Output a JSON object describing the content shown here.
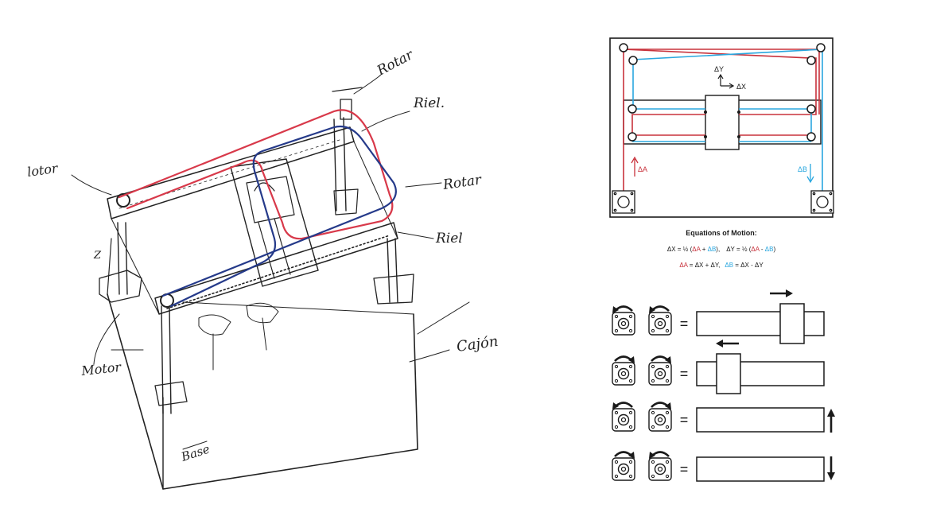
{
  "sketch": {
    "labels": {
      "rotar_top": "Rotar",
      "riel_top": "Riel.",
      "motor_left": "lotor",
      "rotar_right": "Rotar",
      "riel_right": "Riel",
      "z_axis": "Z",
      "motor_bottom": "Motor",
      "cajon": "Cajón",
      "base": "Base"
    }
  },
  "diagram": {
    "axes": {
      "y": "ΔY",
      "x": "ΔX"
    },
    "belt_labels": {
      "a": "ΔA",
      "b": "ΔB"
    },
    "equations": {
      "title": "Equations of Motion:",
      "line1": {
        "dx": "ΔX = ½ (",
        "dx_a": "ΔA",
        "dx_op": " + ",
        "dx_b": "ΔB",
        "dx_end": "),",
        "dy": "ΔY = ½ (",
        "dy_a": "ΔA",
        "dy_op": " - ",
        "dy_b": "ΔB",
        "dy_end": ")"
      },
      "line2": {
        "a": "ΔA",
        "a_rest": " = ΔX + ΔY,",
        "b": "ΔB",
        "b_rest": " = ΔX - ΔY"
      }
    },
    "equals_sign": "=",
    "motion_rows": [
      {
        "rotation_left": "ccw",
        "rotation_right": "ccw",
        "result": "move-right"
      },
      {
        "rotation_left": "cw",
        "rotation_right": "cw",
        "result": "move-left"
      },
      {
        "rotation_left": "ccw",
        "rotation_right": "cw",
        "result": "move-up"
      },
      {
        "rotation_left": "cw",
        "rotation_right": "ccw",
        "result": "move-down"
      }
    ],
    "colors": {
      "belt_a": "#c8323c",
      "belt_b": "#2aa7df",
      "ink": "#1a1a1a"
    }
  }
}
